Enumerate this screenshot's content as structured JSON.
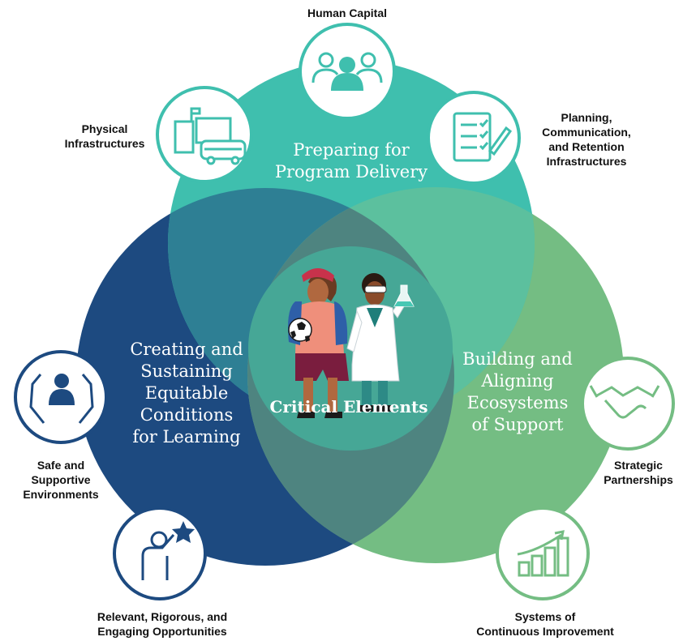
{
  "diagram": {
    "center_title": "Critical Elements",
    "circles": {
      "top": {
        "lines": [
          "Preparing for",
          "Program Delivery"
        ],
        "color": "#3fbfae"
      },
      "left": {
        "lines": [
          "Creating and",
          "Sustaining",
          "Equitable",
          "Conditions",
          "for Learning"
        ],
        "color": "#1d4a80"
      },
      "right": {
        "lines": [
          "Building and",
          "Aligning",
          "Ecosystems",
          "of Support"
        ],
        "color": "#74bd83"
      }
    },
    "elements": [
      {
        "id": "human-capital",
        "lines": [
          "Human Capital"
        ],
        "icon": "people-icon",
        "color": "#3fbfae"
      },
      {
        "id": "physical-infrastructures",
        "lines": [
          "Physical",
          "Infrastructures"
        ],
        "icon": "buildings-bus-icon",
        "color": "#3fbfae"
      },
      {
        "id": "planning",
        "lines": [
          "Planning,",
          "Communication,",
          "and Retention",
          "Infrastructures"
        ],
        "icon": "checklist-icon",
        "color": "#3fbfae"
      },
      {
        "id": "safe-environments",
        "lines": [
          "Safe and",
          "Supportive",
          "Environments"
        ],
        "icon": "hands-person-icon",
        "color": "#1d4a80"
      },
      {
        "id": "opportunities",
        "lines": [
          "Relevant, Rigorous, and",
          "Engaging Opportunities"
        ],
        "icon": "person-star-icon",
        "color": "#1d4a80"
      },
      {
        "id": "partnerships",
        "lines": [
          "Strategic",
          "Partnerships"
        ],
        "icon": "handshake-icon",
        "color": "#74bd83"
      },
      {
        "id": "improvement",
        "lines": [
          "Systems of",
          "Continuous Improvement"
        ],
        "icon": "growth-chart-icon",
        "color": "#74bd83"
      }
    ]
  }
}
